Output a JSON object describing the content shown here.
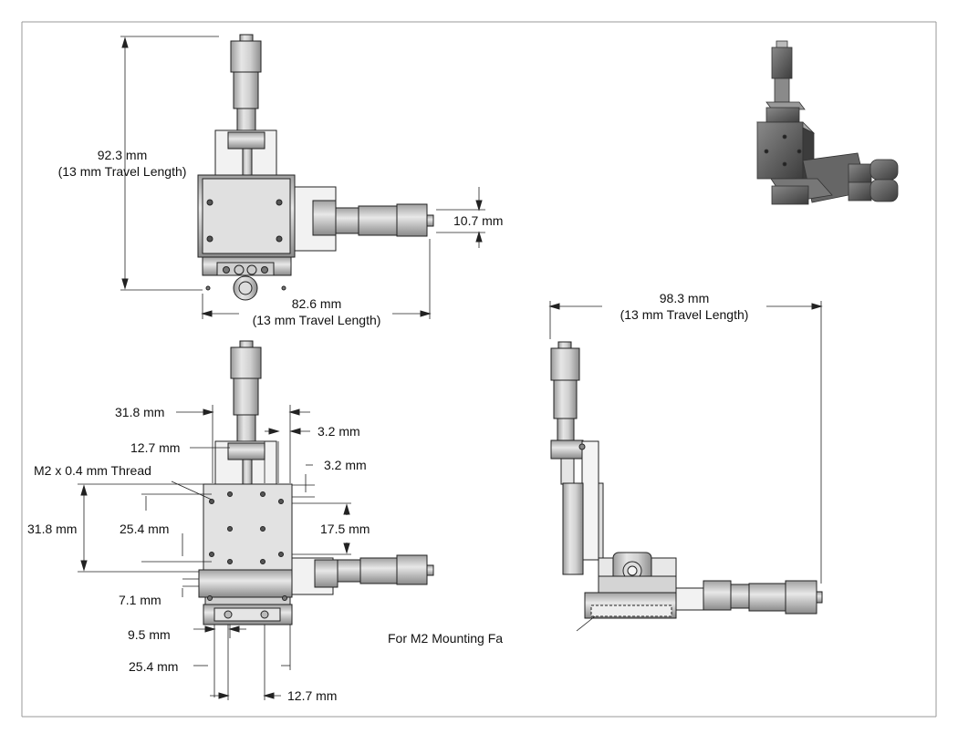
{
  "views": {
    "top": {
      "height_label": "92.3 mm",
      "height_travel": "(13 mm Travel Length)",
      "width_label": "82.6 mm",
      "width_travel": "(13 mm Travel Length)",
      "offset_label": "10.7 mm"
    },
    "front": {
      "dim_31_8_top": "31.8 mm",
      "dim_3_2_a": "3.2 mm",
      "dim_12_7_top": "12.7 mm",
      "dim_3_2_b": "3.2 mm",
      "thread_label": "M2 x 0.4 mm Thread",
      "dim_31_8_left": "31.8 mm",
      "dim_25_4_left": "25.4 mm",
      "dim_17_5": "17.5 mm",
      "dim_7_1": "7.1 mm",
      "dim_9_5": "9.5 mm",
      "dim_25_4_bottom": "25.4 mm",
      "dim_12_7_bottom": "12.7 mm",
      "mounting_note": "For M2 Mounting Fa"
    },
    "side": {
      "length_label": "98.3 mm",
      "length_travel": "(13 mm Travel Length)"
    }
  },
  "colors": {
    "line": "#222222",
    "metal_light": "#d9d9d9",
    "metal_mid": "#bdbdbd",
    "metal_dark": "#7a7a7a",
    "iso_dark": "#5a5a5a"
  }
}
